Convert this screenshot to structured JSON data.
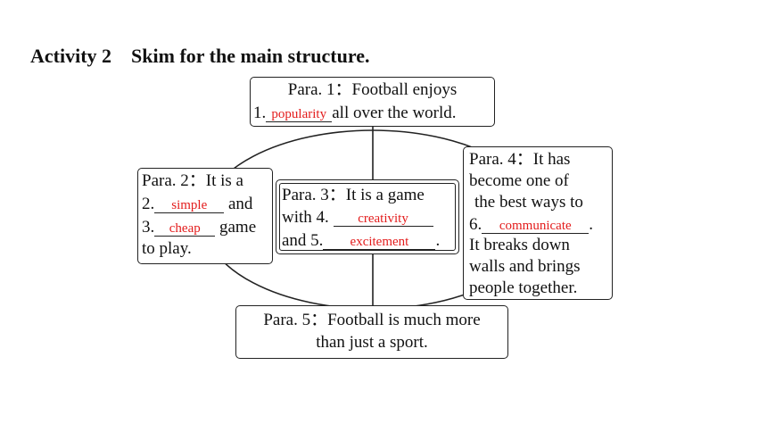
{
  "heading": {
    "activity": "Activity 2",
    "task": "Skim for the main structure."
  },
  "para1": {
    "title": "Para. 1：Football enjoys",
    "num": "1.",
    "answer": "popularity",
    "rest": "all over the world."
  },
  "para2": {
    "title": "Para. 2：It is a",
    "num2": "2.",
    "answer2": "simple",
    "after2": "and",
    "num3": "3.",
    "answer3": "cheap",
    "after3": "game",
    "end": "to play."
  },
  "para3": {
    "title": "Para. 3：It is a game",
    "with": "with 4.",
    "answer4": "creativity",
    "and": "and 5.",
    "answer5": "excitement",
    "period": "."
  },
  "para4": {
    "l1": "Para. 4：It has",
    "l2": "become one of",
    "l3": "the best ways to",
    "num": "6.",
    "answer": "communicate",
    "period": ".",
    "l5": "It breaks down",
    "l6": "walls and brings",
    "l7": "people together."
  },
  "para5": {
    "l1": "Para. 5：Football is much more",
    "l2": "than just a sport."
  },
  "colors": {
    "answer": "#e31c1c",
    "border": "#222222"
  }
}
